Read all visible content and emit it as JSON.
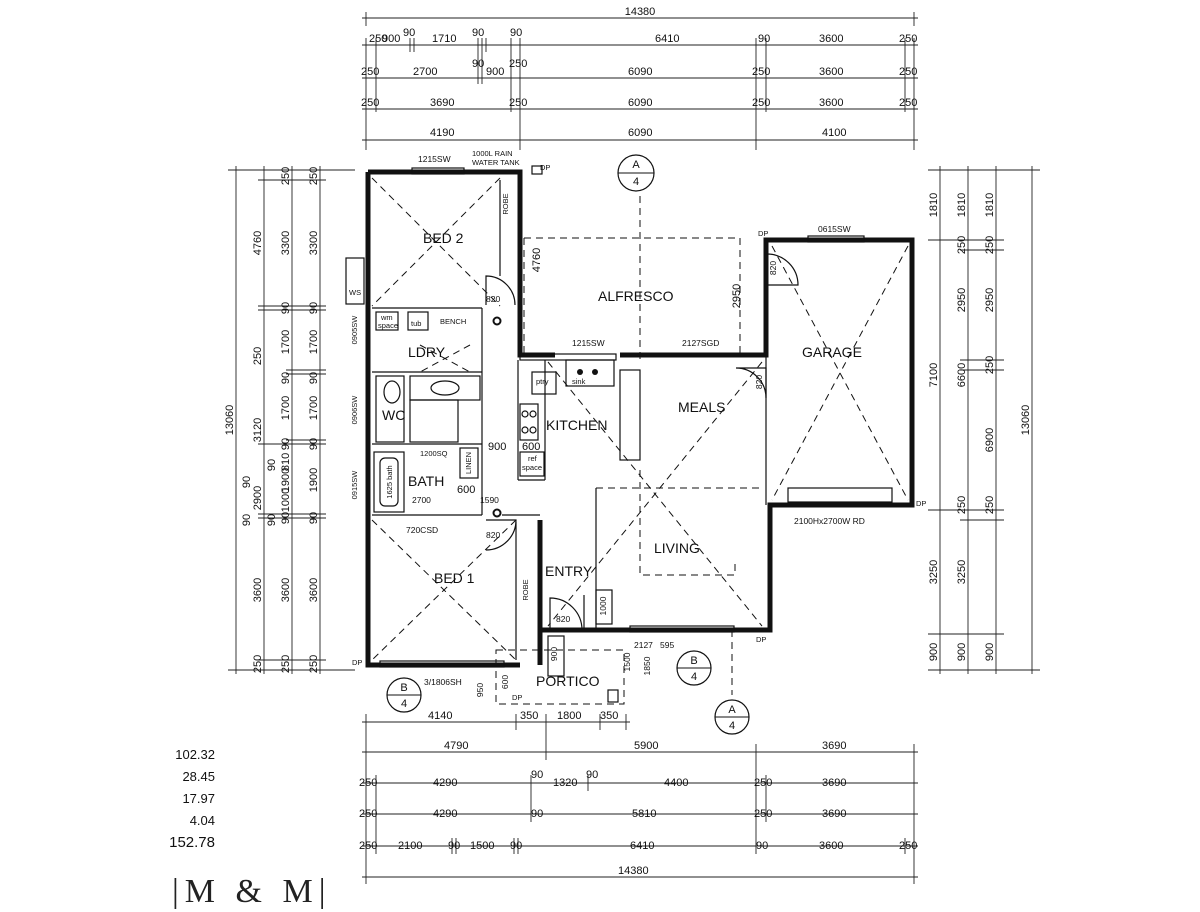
{
  "rooms": {
    "bed2": "BED 2",
    "alfresco": "ALFRESCO",
    "garage": "GARAGE",
    "ldry": "LDRY",
    "kitchen": "KITCHEN",
    "meals": "MEALS",
    "wc": "WC",
    "bath": "BATH",
    "living": "LIVING",
    "bed1": "BED 1",
    "entry": "ENTRY",
    "portico": "PORTICO",
    "robe": "ROBE"
  },
  "labels": {
    "window_bed2": "1215SW",
    "rain_tank_1": "1000L RAIN",
    "rain_tank_2": "WATER TANK",
    "window_garage": "0615SW",
    "window_kitchen": "1215SW",
    "door_alfresco": "2127SGD",
    "garage_door": "2100Hx2700W RD",
    "window_bed1": "3/1806SH",
    "window_living": "2127",
    "window_living_2": "595",
    "door_bed1_csd": "720CSD",
    "door_820": "820",
    "w_0905": "0905SW",
    "w_0906": "0906SW",
    "w_0915": "0915SW",
    "bench": "BENCH",
    "wm": "wm",
    "space": "space",
    "tub": "tub",
    "ptry": "ptry",
    "sink": "sink",
    "ref": "ref",
    "space2": "space",
    "linen": "LINEN",
    "ws": "WS",
    "dp": "DP",
    "shower": "1200SQ",
    "bath_len": "1625 bath",
    "k900": "900",
    "k600": "600",
    "b600": "600",
    "b2700": "2700",
    "k1590": "1590",
    "e1000": "1000",
    "p900": "900",
    "p1500": "1500",
    "p1850": "1850",
    "p950": "950",
    "p600": "600",
    "dim2950a": "2950",
    "dim4760a": "4760"
  },
  "markers": {
    "a_top": "A",
    "a_top_sheet": "4",
    "b_left": "B",
    "b_left_sheet": "4",
    "b_right": "B",
    "b_right_sheet": "4",
    "a_bottom": "A",
    "a_bottom_sheet": "4"
  },
  "top_dims": [
    {
      "total": "14380"
    },
    {
      "segs": [
        "250",
        "900",
        "90",
        "1710",
        "90",
        "90",
        "6410",
        "90",
        "3600",
        "250"
      ]
    },
    {
      "segs": [
        "250",
        "2700",
        "90",
        "900",
        "250",
        "6090",
        "250",
        "3600",
        "250"
      ]
    },
    {
      "segs": [
        "250",
        "3690",
        "250",
        "6090",
        "250",
        "3600",
        "250"
      ]
    },
    {
      "segs": [
        "4190",
        "6090",
        "4100"
      ]
    }
  ],
  "bottom_dims": [
    {
      "segs": [
        "4140",
        "350",
        "1800",
        "350"
      ]
    },
    {
      "segs": [
        "4790",
        "5900",
        "3690"
      ]
    },
    {
      "segs": [
        "250",
        "4290",
        "90",
        "1320",
        "90",
        "4400",
        "250",
        "3690"
      ]
    },
    {
      "segs": [
        "250",
        "4290",
        "90",
        "5810",
        "250",
        "3690"
      ]
    },
    {
      "segs": [
        "250",
        "2100",
        "90",
        "1500",
        "90",
        "6410",
        "90",
        "3600",
        "250"
      ]
    },
    {
      "total": "14380"
    }
  ],
  "left_dims": {
    "total": "13060",
    "col2": [
      "4760",
      "250",
      "3120",
      "90",
      "1000",
      "810",
      "90",
      "3600",
      "250"
    ],
    "col3": [
      "250",
      "3300",
      "90",
      "1700",
      "90",
      "1700",
      "90",
      "1900",
      "90",
      "3600",
      "250"
    ],
    "col4": [
      "250",
      "3300",
      "90",
      "1700",
      "90",
      "1700",
      "90",
      "1900",
      "90",
      "3600",
      "250"
    ],
    "extra": [
      "90",
      "2900",
      "90"
    ]
  },
  "right_dims": {
    "total": "13060",
    "col1": [
      "1810",
      "7100",
      "3250",
      "900"
    ],
    "col2": [
      "1810",
      "250",
      "2950",
      "6600",
      "250",
      "3250",
      "900"
    ],
    "col3": [
      "1810",
      "250",
      "2950",
      "250",
      "6900",
      "250",
      "900"
    ]
  },
  "areas": {
    "a1": "102.32",
    "a2": "28.45",
    "a3": "17.97",
    "a4": "4.04",
    "total": "152.78"
  },
  "brand": "|M & M|"
}
